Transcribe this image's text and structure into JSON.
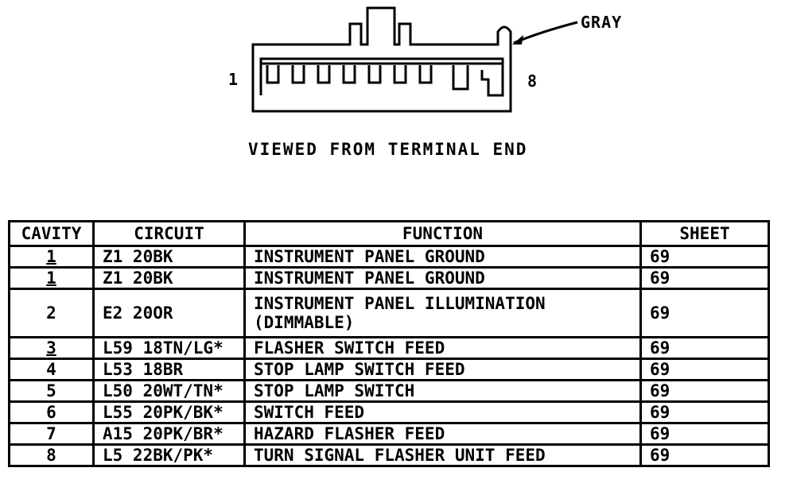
{
  "diagram": {
    "pin_left": "1",
    "pin_right": "8",
    "connector_color": "GRAY",
    "caption": "VIEWED FROM TERMINAL END"
  },
  "table": {
    "headers": [
      "CAVITY",
      "CIRCUIT",
      "FUNCTION",
      "SHEET"
    ],
    "rows": [
      {
        "cavity": "1",
        "circuit": "Z1 20BK",
        "function": "INSTRUMENT PANEL GROUND",
        "sheet": "69"
      },
      {
        "cavity": "1",
        "circuit": "Z1 20BK",
        "function": "INSTRUMENT PANEL GROUND",
        "sheet": "69"
      },
      {
        "cavity": "2",
        "circuit": "E2 20OR",
        "function": "INSTRUMENT PANEL ILLUMINATION (DIMMABLE)",
        "sheet": "69"
      },
      {
        "cavity": "3",
        "circuit": "L59 18TN/LG*",
        "function": "FLASHER SWITCH FEED",
        "sheet": "69"
      },
      {
        "cavity": "4",
        "circuit": "L53 18BR",
        "function": "STOP LAMP SWITCH FEED",
        "sheet": "69"
      },
      {
        "cavity": "5",
        "circuit": "L50 20WT/TN*",
        "function": "STOP LAMP SWITCH",
        "sheet": "69"
      },
      {
        "cavity": "6",
        "circuit": "L55 20PK/BK*",
        "function": "SWITCH FEED",
        "sheet": "69"
      },
      {
        "cavity": "7",
        "circuit": "A15 20PK/BR*",
        "function": "HAZARD FLASHER FEED",
        "sheet": "69"
      },
      {
        "cavity": "8",
        "circuit": "L5 22BK/PK*",
        "function": "TURN SIGNAL FLASHER UNIT FEED",
        "sheet": "69"
      }
    ]
  }
}
